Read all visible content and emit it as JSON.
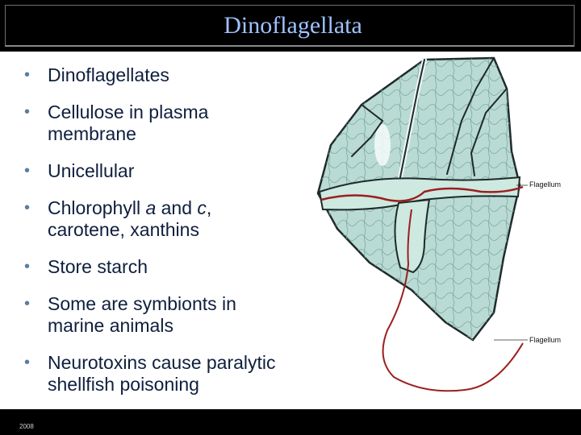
{
  "slide": {
    "title": "Dinoflagellata",
    "bullets": [
      {
        "text": "Dinoflagellates"
      },
      {
        "text": "Cellulose in plasma membrane"
      },
      {
        "text": "Unicellular"
      },
      {
        "pre": "Chlorophyll ",
        "em1": "a",
        "mid": " and ",
        "em2": "c",
        "post": ", carotene, xanthins"
      },
      {
        "text": "Store starch"
      },
      {
        "text": "Some are symbionts in marine animals"
      },
      {
        "text": "Neurotoxins cause paralytic shellfish poisoning"
      }
    ],
    "bullet_glyph": "•",
    "footer": "2008"
  },
  "figure": {
    "labels": {
      "flagellum_top": "Flagellum",
      "flagellum_bottom": "Flagellum"
    },
    "colors": {
      "cell": "#b9dbd4",
      "plate_line": "#7fa7a2",
      "suture": "#1f2a2a",
      "groove": "#cde9e0",
      "flagellum": "#9c1f1f"
    }
  }
}
